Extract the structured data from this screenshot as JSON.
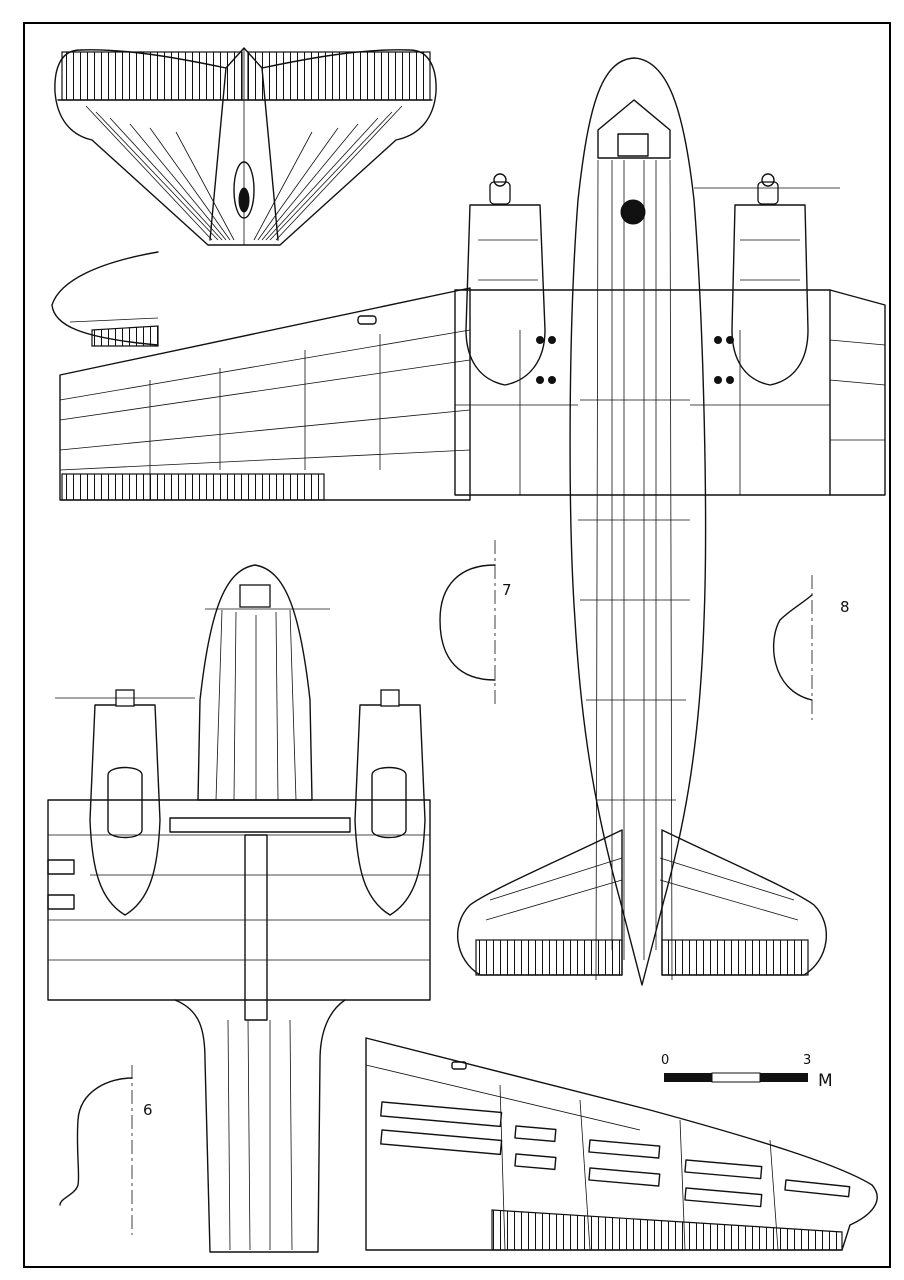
{
  "section_labels": {
    "section_7": "7",
    "section_8": "8",
    "section_6": "6"
  },
  "scale_bar": {
    "start": "0",
    "end": "3",
    "unit": "M"
  }
}
